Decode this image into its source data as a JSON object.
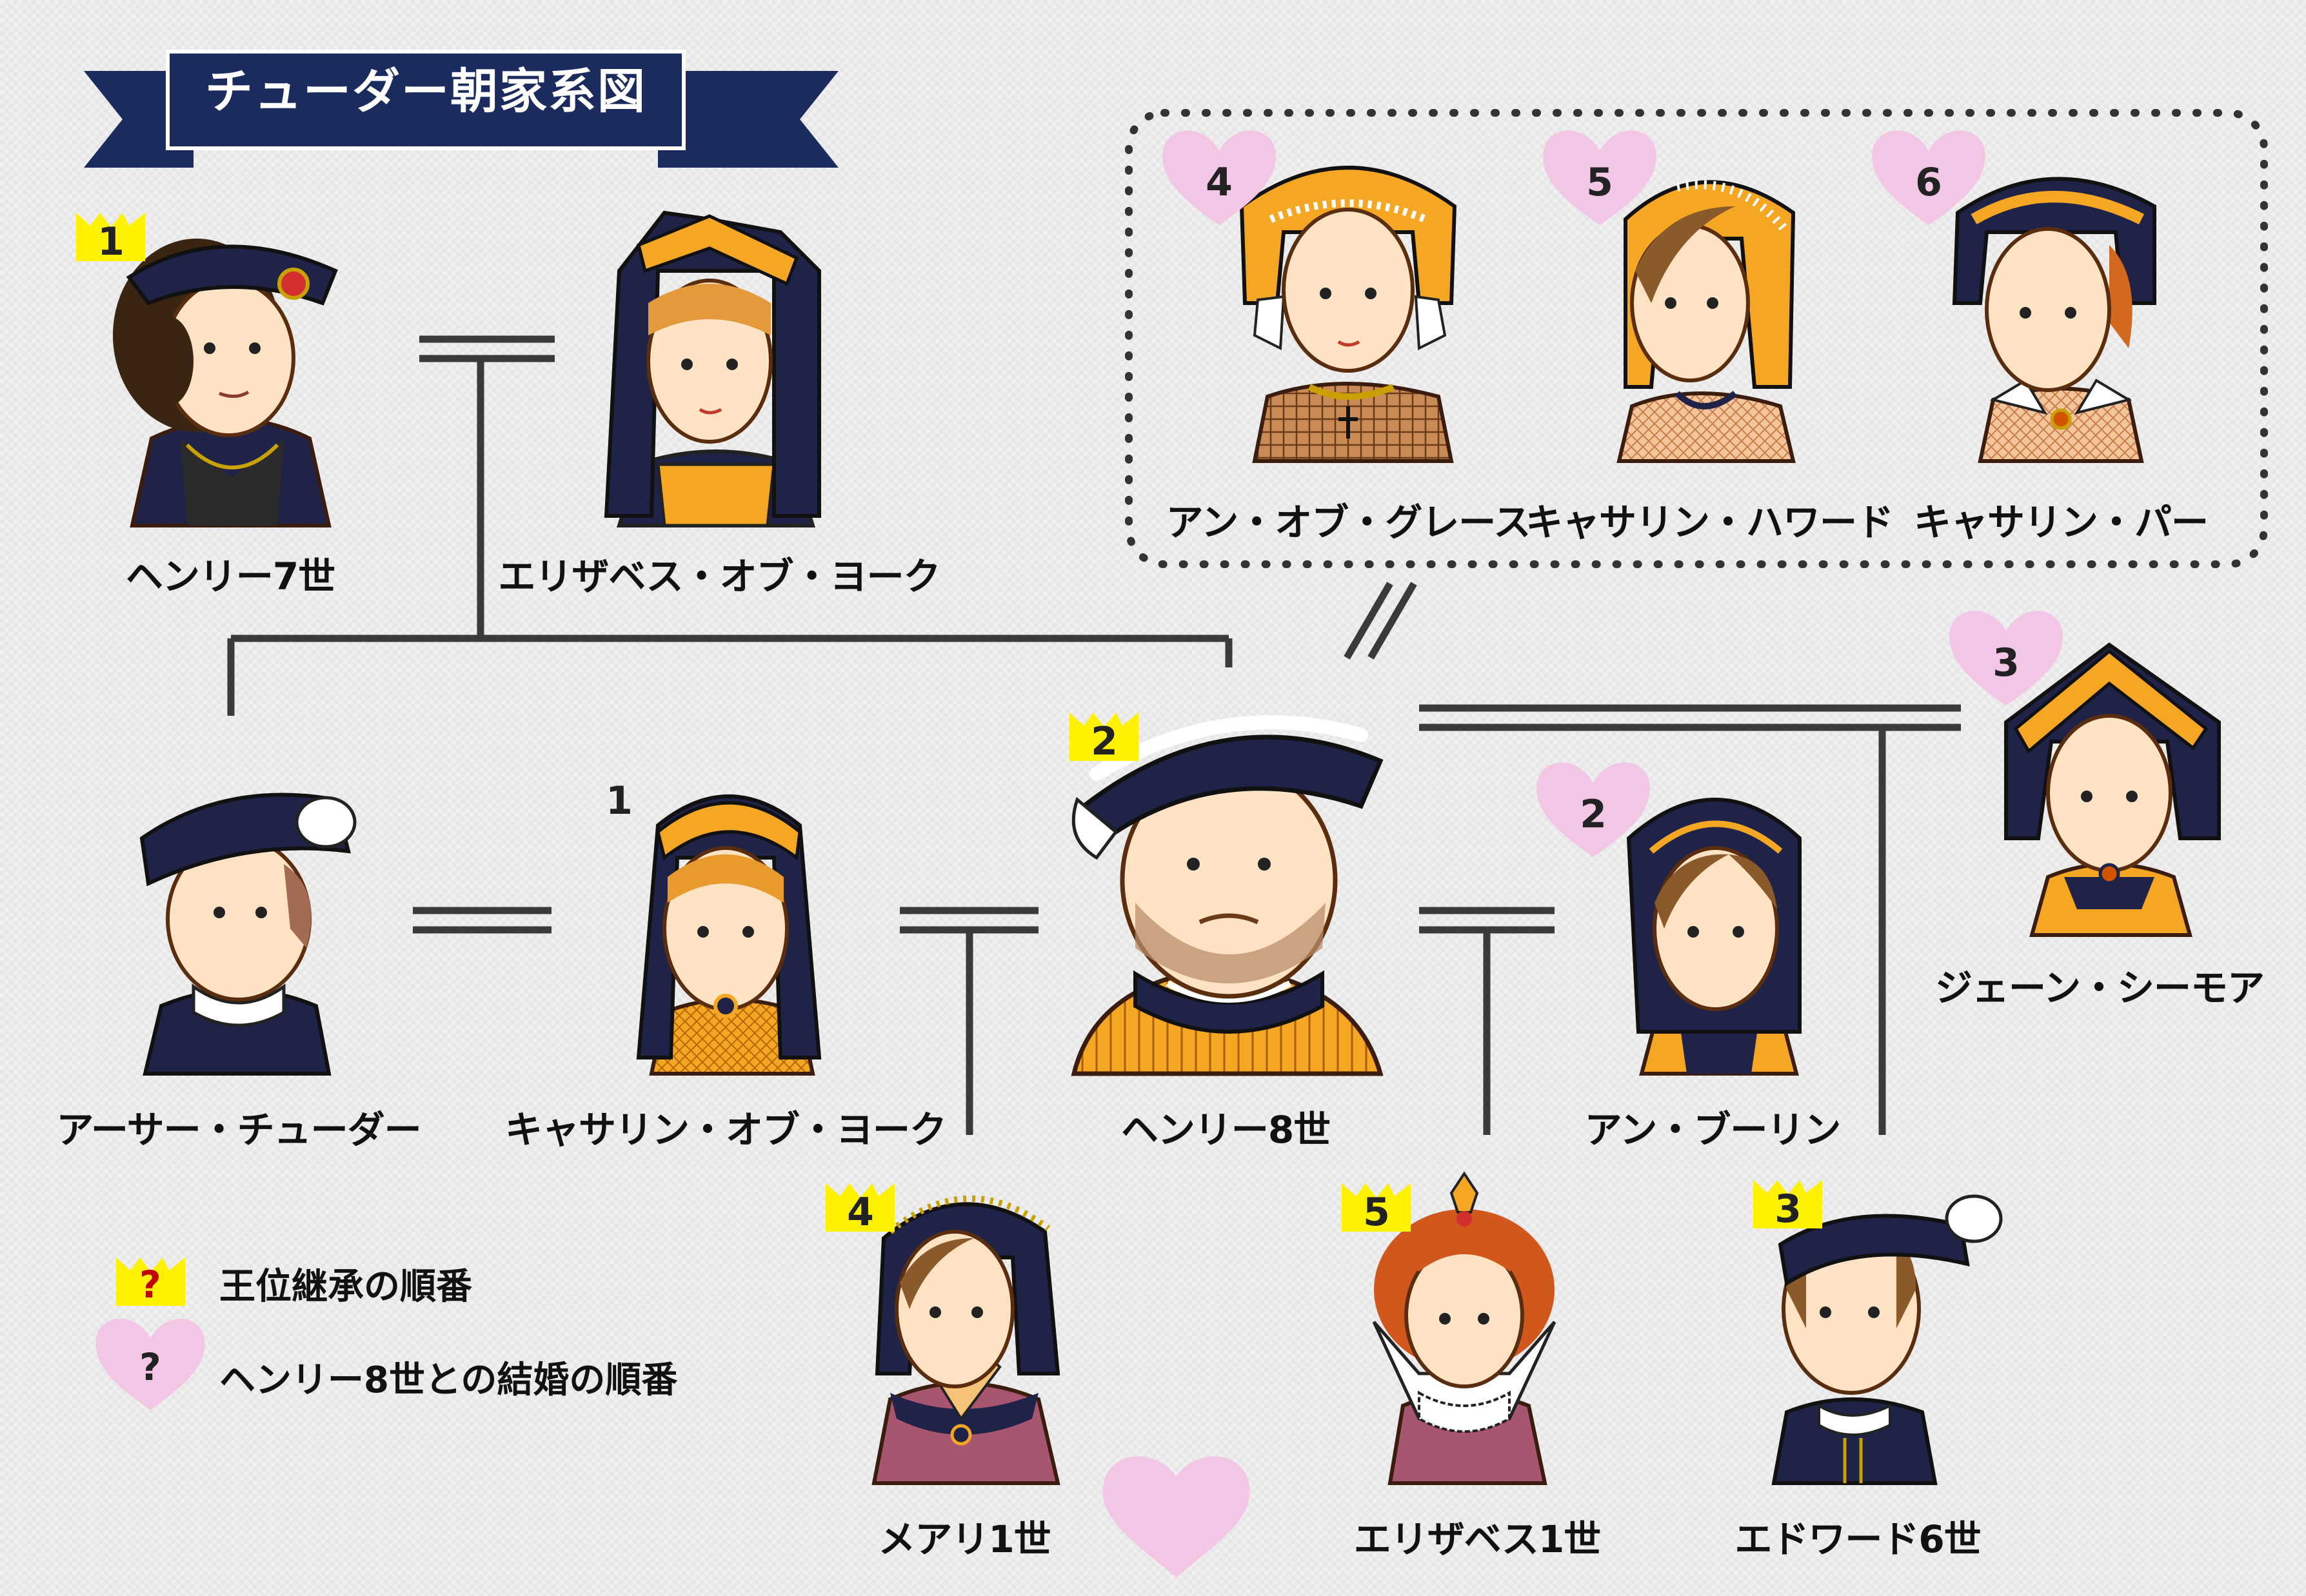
{
  "title": "チューダー朝家系図",
  "people": {
    "henry7": {
      "name": "ヘンリー7世",
      "succession": "1"
    },
    "elizabeth_york": {
      "name": "エリザベス・オブ・ヨーク"
    },
    "arthur": {
      "name": "アーサー・チューダー"
    },
    "catherine_aragon": {
      "name": "キャサリン・オブ・ヨーク",
      "marriage": "1"
    },
    "henry8": {
      "name": "ヘンリー8世",
      "succession": "2"
    },
    "anne_boleyn": {
      "name": "アン・ブーリン",
      "marriage": "2"
    },
    "jane_seymour": {
      "name": "ジェーン・シーモア",
      "marriage": "3"
    },
    "anne_cleves": {
      "name": "アン・オブ・グレース",
      "marriage": "4"
    },
    "catherine_howard": {
      "name": "キャサリン・ハワード",
      "marriage": "5"
    },
    "catherine_parr": {
      "name": "キャサリン・パー",
      "marriage": "6"
    },
    "mary1": {
      "name": "メアリ1世",
      "succession": "4"
    },
    "elizabeth1": {
      "name": "エリザベス1世",
      "succession": "5"
    },
    "edward6": {
      "name": "エドワード6世",
      "succession": "3"
    }
  },
  "legend": {
    "crown_label": "王位継承の順番",
    "heart_label": "ヘンリー8世との結婚の順番",
    "symbol": "?"
  },
  "colors": {
    "banner": "#1c2b5e",
    "crown": "#fff200",
    "heart": "#f4c6e6",
    "line": "#3a3a3a",
    "skin": "#fde3c4",
    "gold": "#f5a623",
    "navy": "#1f2347",
    "legend_q": "#c00000"
  }
}
